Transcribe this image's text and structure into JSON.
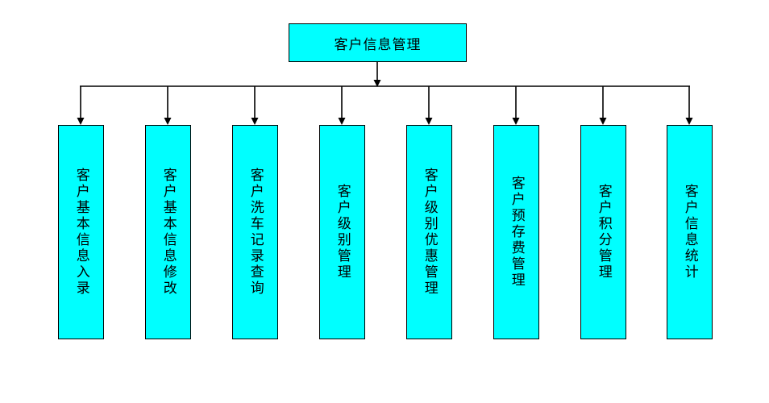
{
  "diagram": {
    "title": "客户信息管理",
    "type": "hierarchy-tree",
    "colors": {
      "node_fill": "#00ffff",
      "node_border": "#000000",
      "connector": "#000000",
      "background": "#ffffff"
    },
    "root": {
      "label": "客户信息管理"
    },
    "children": [
      {
        "label": "客户基本信息入录"
      },
      {
        "label": "客户基本信息修改"
      },
      {
        "label": "客户洗车记录查询"
      },
      {
        "label": "客户级别管理"
      },
      {
        "label": "客户级别优惠管理"
      },
      {
        "label": "客户预存费管理"
      },
      {
        "label": "客户积分管理"
      },
      {
        "label": "客户信息统计"
      }
    ]
  }
}
